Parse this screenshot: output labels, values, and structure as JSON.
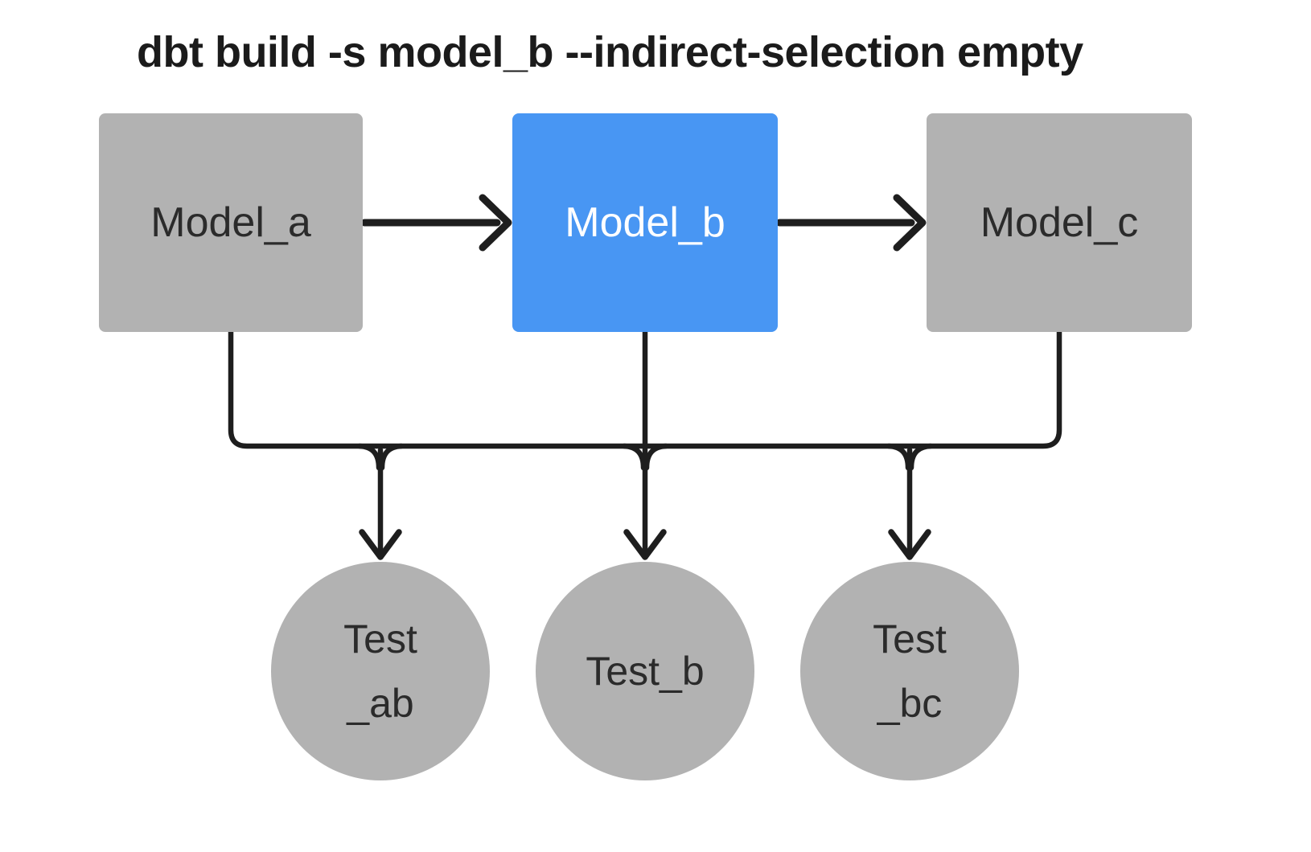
{
  "diagram": {
    "title": "dbt build -s model_b --indirect-selection empty",
    "models": [
      {
        "id": "model_a",
        "label": "Model_a",
        "selected": false
      },
      {
        "id": "model_b",
        "label": "Model_b",
        "selected": true
      },
      {
        "id": "model_c",
        "label": "Model_c",
        "selected": false
      }
    ],
    "tests": [
      {
        "id": "test_ab",
        "lines": [
          "Test",
          "_ab"
        ]
      },
      {
        "id": "test_b",
        "lines": [
          "Test_b"
        ]
      },
      {
        "id": "test_bc",
        "lines": [
          "Test",
          "_bc"
        ]
      }
    ],
    "edges": [
      "model_a -> model_b",
      "model_b -> model_c",
      "model_a -> test_ab",
      "model_b -> test_ab",
      "model_b -> test_b",
      "model_b -> test_bc",
      "model_c -> test_bc"
    ],
    "colors": {
      "bg": "#ffffff",
      "title": "#1b1b1b",
      "edge": "#1e1e1e",
      "model_gray": "#b2b2b2",
      "model_selected": "#4896f3",
      "text_dark": "#2b2b2b",
      "text_light": "#ffffff"
    }
  }
}
